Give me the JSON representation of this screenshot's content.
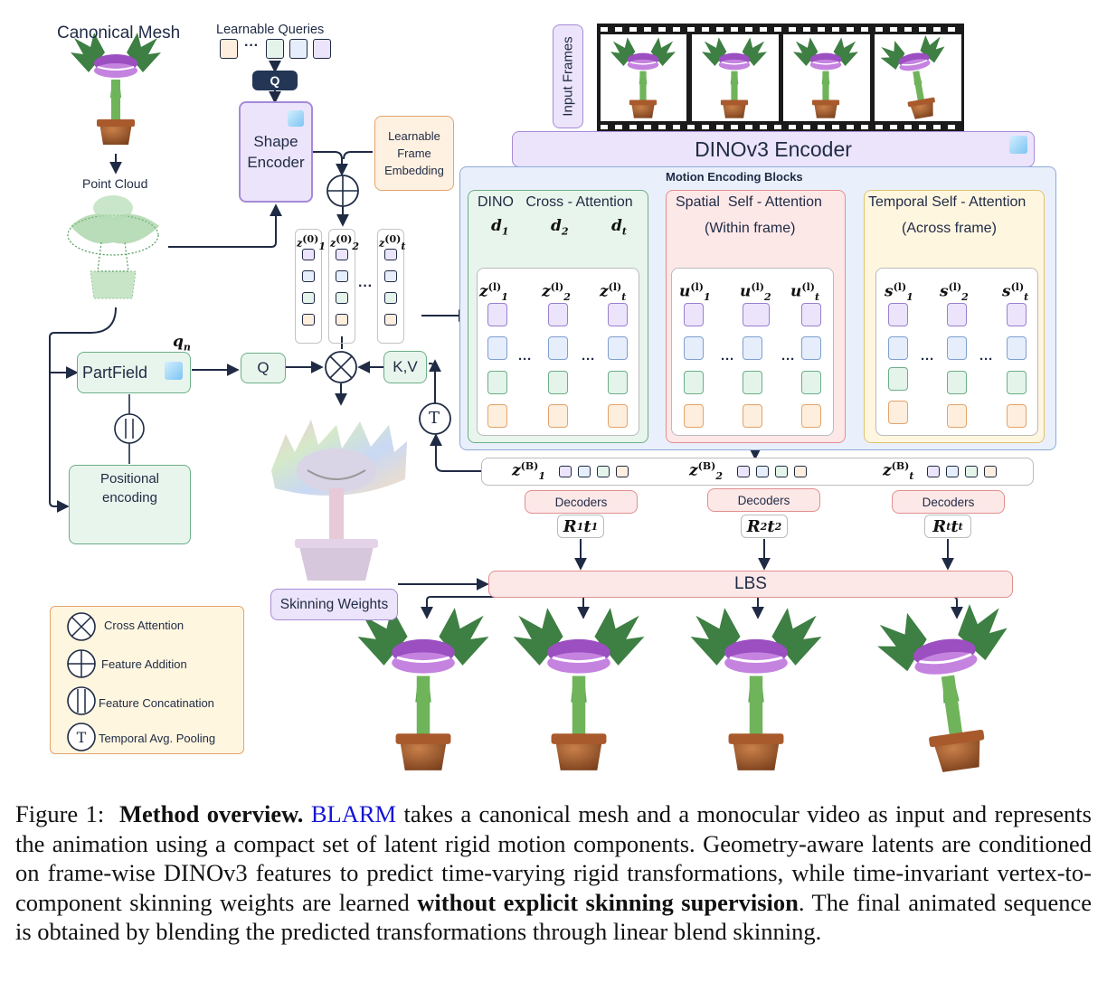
{
  "canonical_mesh": "Canonical Mesh",
  "learnable_queries": "Learnable Queries",
  "ellipsis": "···",
  "q_label": "Q",
  "shape_encoder": [
    "Shape",
    "Encoder"
  ],
  "learnable_frame_embedding": [
    "Learnable",
    "Frame",
    "Embedding"
  ],
  "point_cloud": "Point Cloud",
  "input_frames": "Input Frames",
  "dinov3_encoder": "DINOv3 Encoder",
  "motion_encoding_blocks": "Motion Encoding Blocks",
  "cross_attention_title": "DINO   Cross - Attention",
  "spatial_title": "Spatial  Self - Attention",
  "spatial_sub": "(Within frame)",
  "temporal_title": "Temporal Self - Attention",
  "temporal_sub": "(Across frame)",
  "d_labels": [
    "d",
    "d",
    "d"
  ],
  "d_subs": [
    "1",
    "2",
    "t"
  ],
  "z0_subs": [
    "1",
    "2",
    "t"
  ],
  "partfield": "PartField",
  "qn": "q",
  "qn_sub": "n",
  "q_box": "Q",
  "kv_box": "K,V",
  "t_box": "T",
  "positional_encoding": [
    "Positional",
    "encoding"
  ],
  "decoders": [
    "Decoders",
    "Decoders",
    "Decoders"
  ],
  "rt_labels": [
    [
      "R",
      "1",
      "t",
      "1"
    ],
    [
      "R",
      "2",
      "t",
      "2"
    ],
    [
      "R",
      "t",
      "t",
      "t"
    ]
  ],
  "zb_subs": [
    "1",
    "2",
    "t"
  ],
  "lbs": "LBS",
  "skinning_weights": "Skinning Weights",
  "legend": [
    {
      "icon": "cross-attention-icon",
      "label": "Cross Attention"
    },
    {
      "icon": "feature-addition-icon",
      "label": "Feature Addition"
    },
    {
      "icon": "feature-concatenation-icon",
      "label": "Feature Concatination"
    },
    {
      "icon": "temporal-pooling-icon",
      "label": "Temporal Avg. Pooling"
    }
  ],
  "caption": {
    "prefix": "Figure 1:  ",
    "bold_title": "Method overview.",
    "name": "BLARM",
    "text1": " takes a canonical mesh and a monocular video as input and represents the animation using a compact set of latent rigid motion components. Geometry-aware latents are conditioned on frame-wise DINOv3 features to predict time-varying rigid transformations, while time-invariant vertex-to-component skinning weights are learned ",
    "bold2": "without explicit skinning supervision",
    "text2": ". The final animated sequence is obtained by blending the predicted transformations through linear blend skinning."
  },
  "colors": {
    "navy": "#1f2a44",
    "purple_fill": "#ece4fb",
    "green_fill": "#e8f5ec",
    "orange_fill": "#fff1e2",
    "pink_fill": "#fde8e8",
    "blue_fill": "#e9f0fb"
  }
}
